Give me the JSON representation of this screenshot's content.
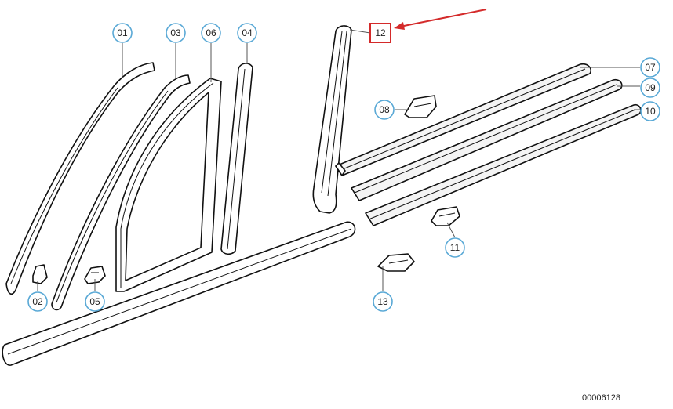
{
  "callouts": {
    "c01": "01",
    "c02": "02",
    "c03": "03",
    "c04": "04",
    "c05": "05",
    "c06": "06",
    "c07": "07",
    "c08": "08",
    "c09": "09",
    "c10": "10",
    "c11": "11",
    "c12": "12",
    "c13": "13"
  },
  "highlight_color": "#d42a2a",
  "callout_color": "#5aa9d6",
  "doc_id": "00006128"
}
